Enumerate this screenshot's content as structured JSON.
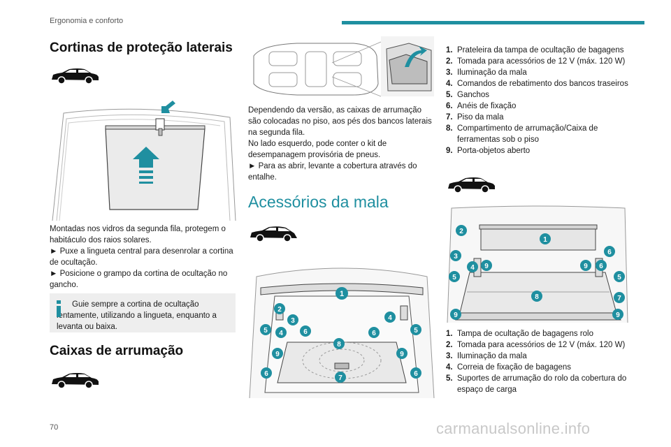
{
  "header": {
    "section": "Ergonomia e conforto"
  },
  "page_number": "70",
  "watermark": "carmanualsonline.info",
  "col1": {
    "title": "Cortinas de proteção laterais",
    "body": [
      "Montadas nos vidros da segunda fila, protegem o habitáculo dos raios solares.",
      "► Puxe a lingueta central para desenrolar a cortina de ocultação.",
      "► Posicione o grampo da cortina de ocultação no gancho."
    ],
    "note": "Guie sempre a cortina de ocultação lentamente, utilizando a lingueta, enquanto a levanta ou baixa.",
    "title2": "Caixas de arrumação"
  },
  "col2": {
    "body": [
      "Dependendo da versão, as caixas de arrumação são colocadas no piso, aos pés dos bancos laterais na segunda fila.",
      "No lado esquerdo, pode conter o kit de desempanagem provisória de pneus.",
      "► Para as abrir, levante a cobertura através do entalhe."
    ],
    "title": "Acessórios da mala",
    "callouts": [
      "1",
      "2",
      "3",
      "4",
      "5",
      "5",
      "6",
      "6",
      "6",
      "6",
      "7",
      "8",
      "9",
      "9",
      "4"
    ]
  },
  "col3": {
    "list1": [
      {
        "n": "1.",
        "t": "Prateleira da tampa de ocultação de bagagens"
      },
      {
        "n": "2.",
        "t": "Tomada para acessórios de 12 V (máx. 120 W)"
      },
      {
        "n": "3.",
        "t": "Iluminação da mala"
      },
      {
        "n": "4.",
        "t": "Comandos de rebatimento dos bancos traseiros"
      },
      {
        "n": "5.",
        "t": "Ganchos"
      },
      {
        "n": "6.",
        "t": "Anéis de fixação"
      },
      {
        "n": "7.",
        "t": "Piso da mala"
      },
      {
        "n": "8.",
        "t": "Compartimento de arrumação/Caixa de ferramentas sob o piso"
      },
      {
        "n": "9.",
        "t": "Porta-objetos aberto"
      }
    ],
    "callouts": [
      "1",
      "2",
      "3",
      "4",
      "5",
      "6",
      "9",
      "9",
      "6",
      "5",
      "7",
      "8",
      "9",
      "9"
    ],
    "list2": [
      {
        "n": "1.",
        "t": "Tampa de ocultação de bagagens rolo"
      },
      {
        "n": "2.",
        "t": "Tomada para acessórios de 12 V (máx. 120 W)"
      },
      {
        "n": "3.",
        "t": "Iluminação da mala"
      },
      {
        "n": "4.",
        "t": "Correia de fixação de bagagens"
      },
      {
        "n": "5.",
        "t": "Suportes de arrumação do rolo da cobertura do espaço de carga"
      }
    ]
  },
  "colors": {
    "accent": "#1f8fa0",
    "callout": "#1f8fa0",
    "note_bg": "#eeeeee"
  },
  "icons": [
    "suv-car-icon",
    "info-icon"
  ]
}
